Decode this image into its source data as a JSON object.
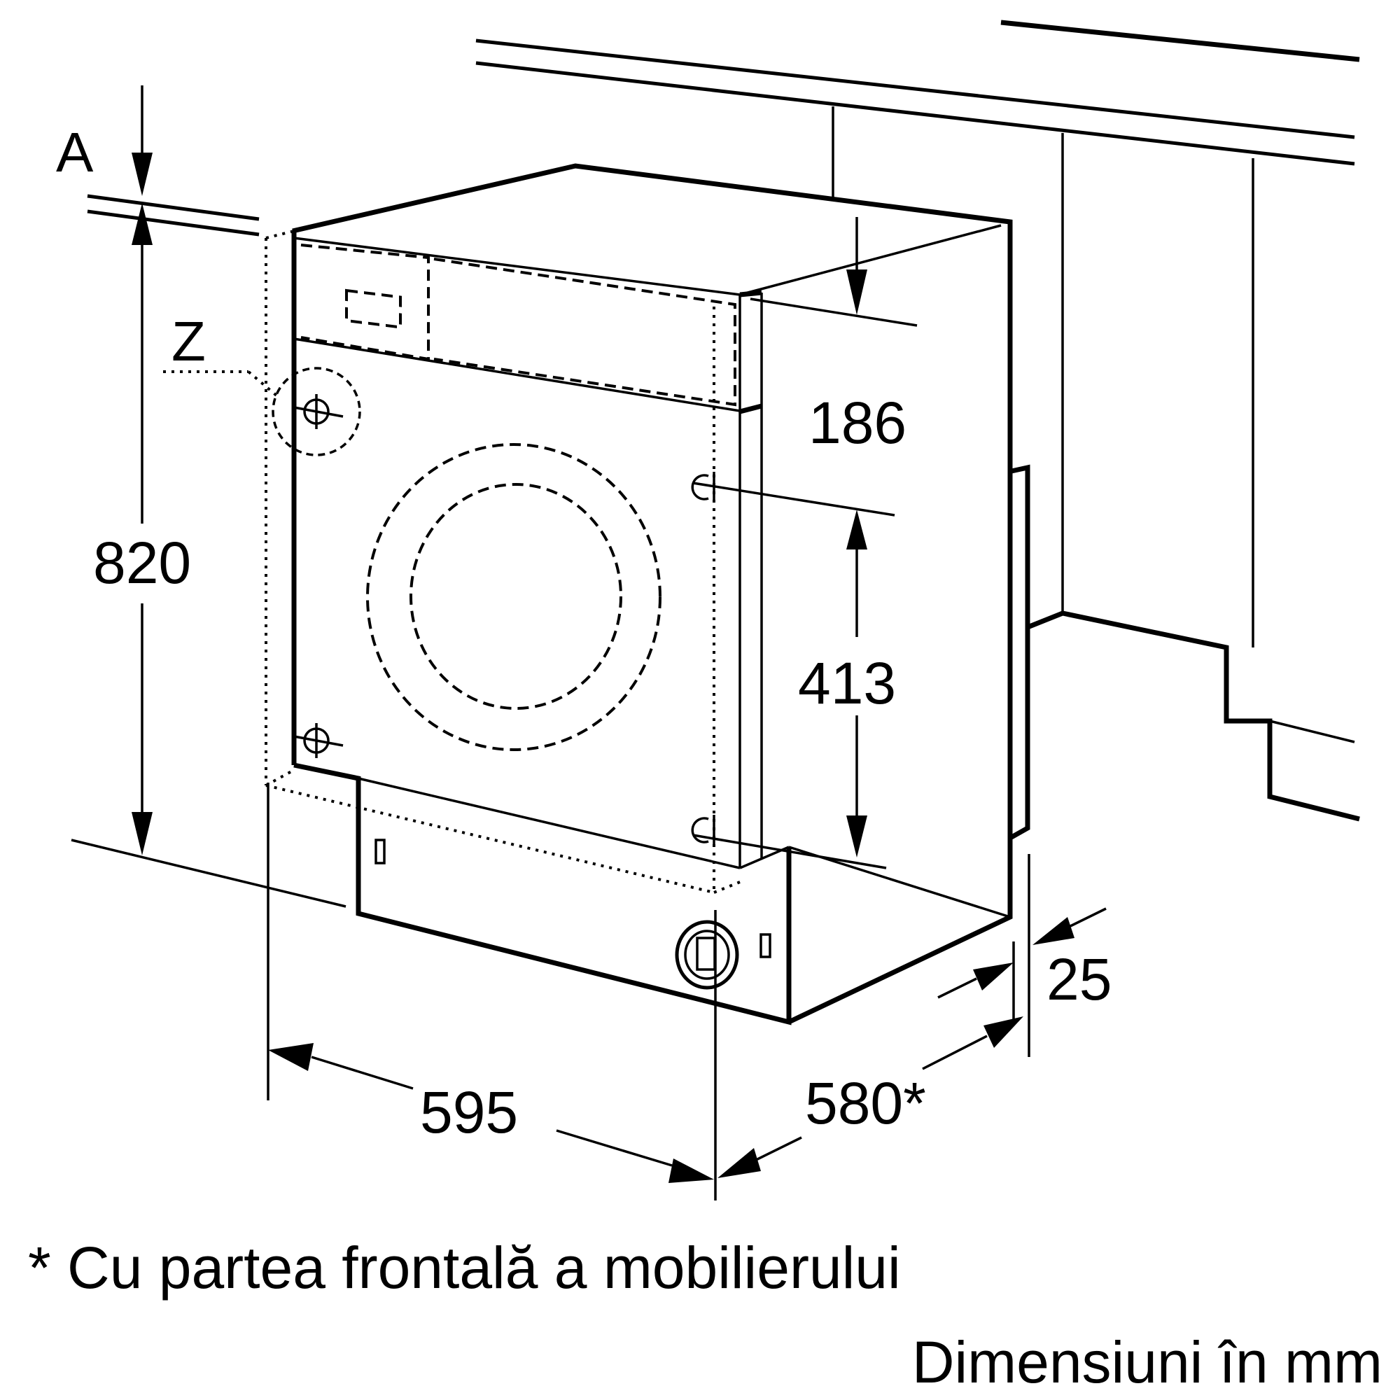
{
  "labels": {
    "a": "A",
    "z": "Z"
  },
  "dimensions": {
    "height": "820",
    "top_panel": "186",
    "door_span": "413",
    "width": "595",
    "depth": "580*",
    "offset": "25"
  },
  "footnote": "* Cu partea frontală a mobilierului",
  "units_caption": "Dimensiuni în mm"
}
